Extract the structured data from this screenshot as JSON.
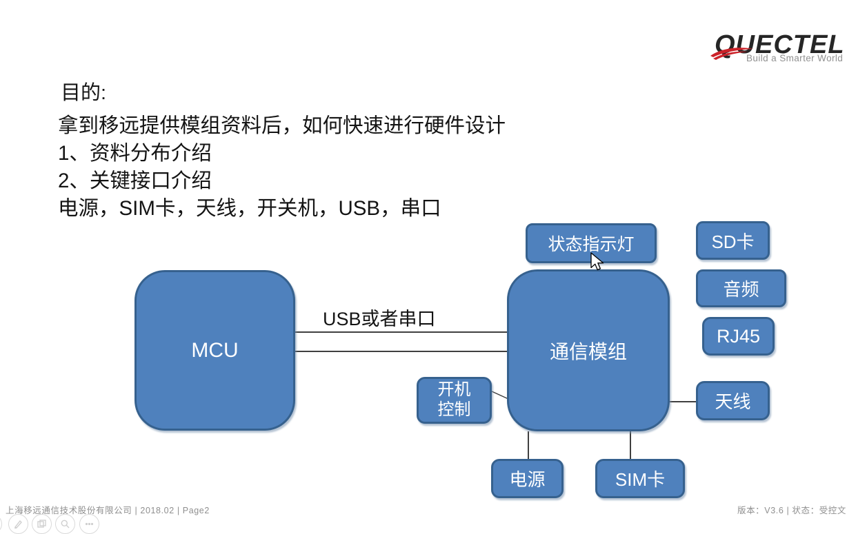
{
  "logo": {
    "brand": "QUECTEL",
    "tagline": "Build a Smarter World"
  },
  "slide": {
    "heading": "目的:",
    "lines": [
      "拿到移远提供模组资料后，如何快速进行硬件设计",
      "1、资料分布介绍",
      "2、关键接口介绍",
      "电源，SIM卡，天线，开关机，USB，串口"
    ]
  },
  "diagram": {
    "link_label": "USB或者串口",
    "nodes": {
      "mcu": "MCU",
      "module": "通信模组",
      "status_led": "状态指示灯",
      "sd_card": "SD卡",
      "audio": "音频",
      "rj45": "RJ45",
      "antenna": "天线",
      "power_ctrl_line1": "开机",
      "power_ctrl_line2": "控制",
      "power": "电源",
      "sim_card": "SIM卡"
    },
    "colors": {
      "node_fill": "#4f81bd",
      "node_border": "#36618e",
      "node_text": "#ffffff",
      "connector": "#3f3f3f"
    }
  },
  "footer": {
    "left": "上海移远通信技术股份有限公司 | 2018.02 | Page2",
    "right": "版本：V3.6 | 状态：受控文"
  },
  "player_controls": {
    "buttons": [
      "pen",
      "screenshot",
      "magnifier",
      "more"
    ]
  }
}
